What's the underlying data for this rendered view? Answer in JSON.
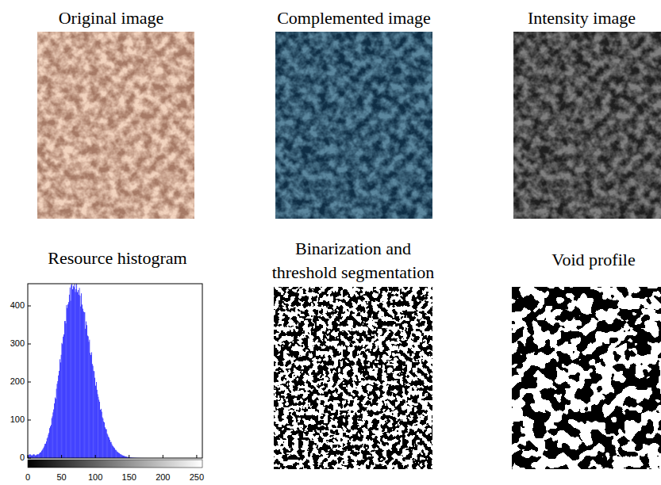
{
  "diagram": {
    "nodes": [
      {
        "text": [
          "Original image"
        ]
      },
      {
        "text": [
          "Complemented image"
        ]
      },
      {
        "text": [
          "Intensity image"
        ]
      },
      {
        "text": [
          "Resource histogram"
        ]
      },
      {
        "text": [
          "Binarization and threshold segmentation"
        ]
      },
      {
        "text": [
          "Void profile"
        ]
      }
    ],
    "labels": [
      "400",
      "300",
      "200",
      "100",
      "0",
      "0",
      "50",
      "100",
      "150",
      "200",
      "250"
    ]
  }
}
